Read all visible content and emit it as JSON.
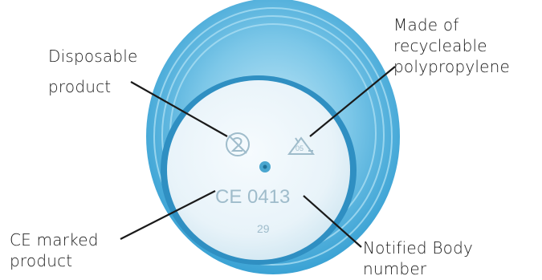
{
  "labels": {
    "disposable": {
      "line1": "Disposable",
      "line2": "product"
    },
    "recyclable": {
      "line1": "Made of",
      "line2": "recycleable",
      "line3": "polypropylene"
    },
    "ce": {
      "line1": "CE marked",
      "line2": "product"
    },
    "notified": {
      "line1": "Notified Body",
      "line2": "number"
    }
  },
  "cap_markings": {
    "ce_code": "CE 0413",
    "batch": "29",
    "recycle_code": "05"
  },
  "colors": {
    "cap_outer": "#5fb8de",
    "cap_rim": "#2f8fc2",
    "cap_face": "#eef6fb",
    "embossing": "#9fbccb",
    "text": "#1a1a1a"
  }
}
